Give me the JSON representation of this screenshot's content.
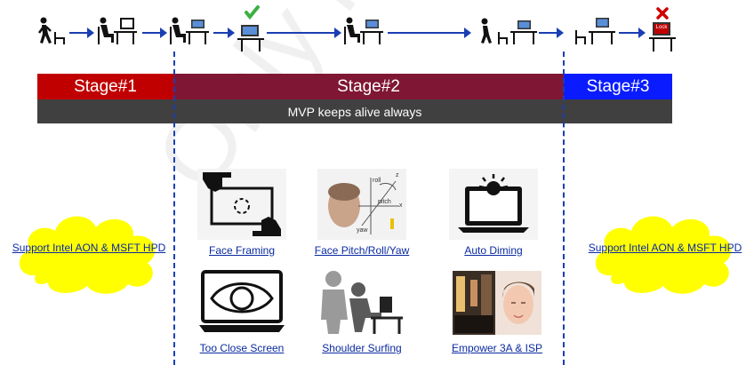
{
  "stages": {
    "stage1": "Stage#1",
    "stage2": "Stage#2",
    "stage3": "Stage#3",
    "mvp": "MVP keeps alive always"
  },
  "clouds": {
    "left": "Support Intel AON & MSFT HPD",
    "right": "Support Intel AON & MSFT HPD"
  },
  "features": {
    "face_framing": "Face Framing",
    "face_pose": "Face Pitch/Roll/Yaw",
    "auto_dimming": "Auto Diming",
    "too_close": "Too Close Screen",
    "shoulder_surfing": "Shoulder Surfing",
    "empower": "Empower 3A & ISP"
  },
  "pose_axes": {
    "roll": "roll",
    "pitch": "pitch",
    "yaw": "yaw",
    "x": "x",
    "z": "z"
  },
  "lock_label": "Lock",
  "watermark": "Only for Chicony",
  "colors": {
    "stage1": "#c00000",
    "stage2": "#7f1734",
    "stage3": "#0a1cff",
    "mvp": "#404040",
    "cloud": "#ffff00",
    "link": "#0a2a9f",
    "arrow": "#1a3fb3",
    "check": "#3cb043",
    "cross": "#d00000"
  }
}
